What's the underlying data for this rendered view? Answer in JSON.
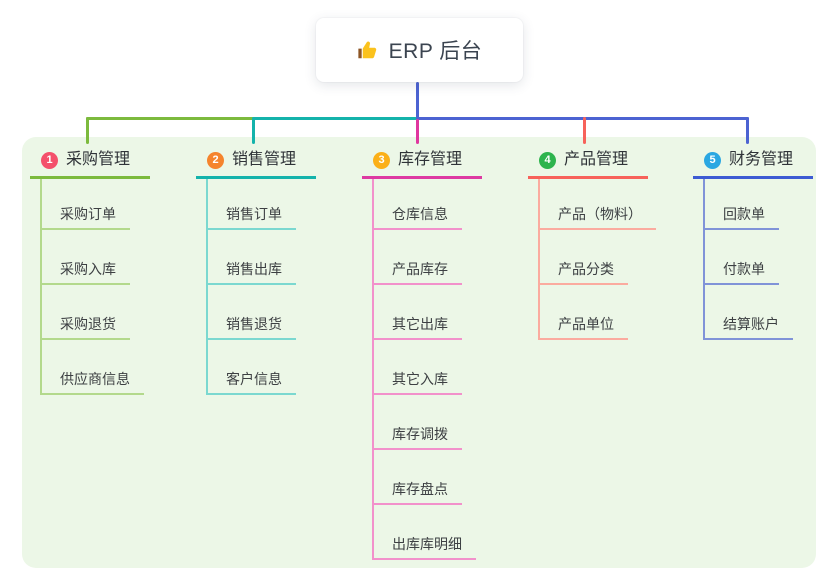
{
  "root": {
    "label": "ERP 后台",
    "icon": "thumbs-up-icon"
  },
  "branches": [
    {
      "badge": "1",
      "label": "采购管理",
      "accent_color": "#7cba3d",
      "sub_line_color": "#b3d98c",
      "badge_color": "#f4506b",
      "items": [
        "采购订单",
        "采购入库",
        "采购退货",
        "供应商信息"
      ]
    },
    {
      "badge": "2",
      "label": "销售管理",
      "accent_color": "#14b3ab",
      "sub_line_color": "#7bd8d0",
      "badge_color": "#f5842d",
      "items": [
        "销售订单",
        "销售出库",
        "销售退货",
        "客户信息"
      ]
    },
    {
      "badge": "3",
      "label": "库存管理",
      "accent_color": "#dd3aa2",
      "sub_line_color": "#f291cb",
      "badge_color": "#fbb018",
      "items": [
        "仓库信息",
        "产品库存",
        "其它出库",
        "其它入库",
        "库存调拨",
        "库存盘点",
        "出库库明细"
      ]
    },
    {
      "badge": "4",
      "label": "产品管理",
      "accent_color": "#f7625a",
      "sub_line_color": "#fbab9f",
      "badge_color": "#2db44d",
      "items": [
        "产品（物料）",
        "产品分类",
        "产品单位"
      ]
    },
    {
      "badge": "5",
      "label": "财务管理",
      "accent_color": "#3d5bd3",
      "sub_line_color": "#8093d8",
      "badge_color": "#2aa7e2",
      "items": [
        "回款单",
        "付款单",
        "结算账户"
      ]
    }
  ],
  "colors": {
    "trunk": "#4c63d2",
    "panel_background": "#ecf7e7",
    "root_text": "#3b4450"
  }
}
